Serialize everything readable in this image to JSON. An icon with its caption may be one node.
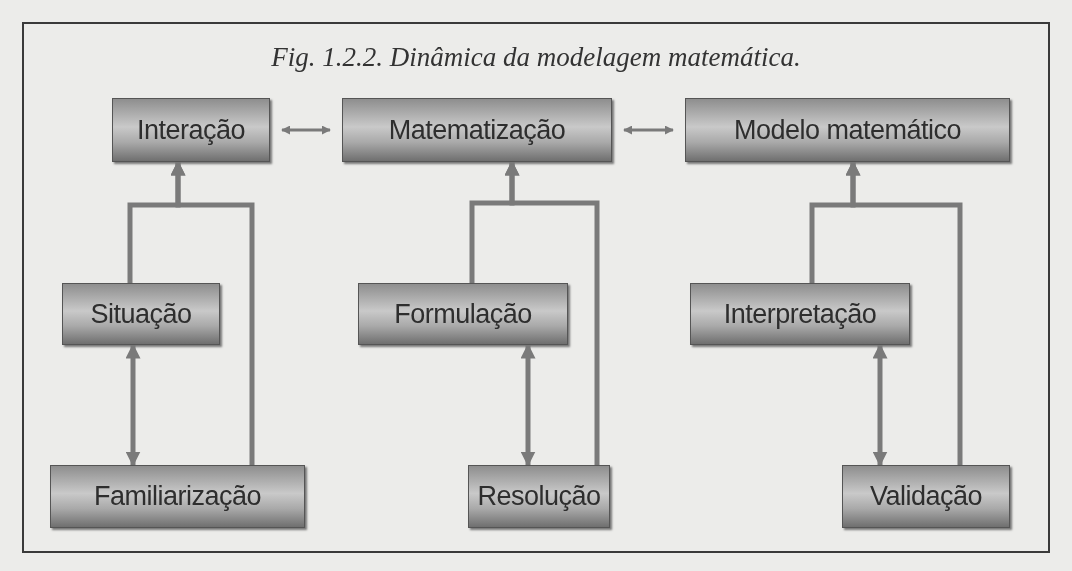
{
  "diagram": {
    "title": "Fig. 1.2.2. Dinâmica da modelagem matemática.",
    "nodes": [
      {
        "text": [
          "Interação"
        ]
      },
      {
        "text": [
          "Matematização"
        ]
      },
      {
        "text": [
          "Modelo matemático"
        ]
      },
      {
        "text": [
          "Situação"
        ]
      },
      {
        "text": [
          "Familiarização"
        ]
      },
      {
        "text": [
          "Formulação"
        ]
      },
      {
        "text": [
          "Resolução"
        ]
      },
      {
        "text": [
          "Interpretação"
        ]
      },
      {
        "text": [
          "Validação"
        ]
      }
    ],
    "edges": [
      {
        "from": 0,
        "to": 1,
        "arrow": "both"
      },
      {
        "from": 1,
        "to": 2,
        "arrow": "both"
      },
      {
        "from": 3,
        "to": 0,
        "arrow": "to"
      },
      {
        "from": 4,
        "to": 0,
        "arrow": "to"
      },
      {
        "from": 3,
        "to": 4,
        "arrow": "both"
      },
      {
        "from": 5,
        "to": 1,
        "arrow": "to"
      },
      {
        "from": 6,
        "to": 1,
        "arrow": "to"
      },
      {
        "from": 5,
        "to": 6,
        "arrow": "both"
      },
      {
        "from": 7,
        "to": 2,
        "arrow": "to"
      },
      {
        "from": 8,
        "to": 2,
        "arrow": "to"
      },
      {
        "from": 7,
        "to": 8,
        "arrow": "both"
      }
    ]
  }
}
